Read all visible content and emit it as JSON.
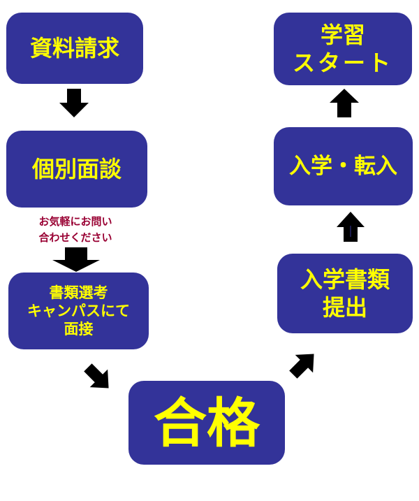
{
  "steps": {
    "request": "資料請求",
    "interview": "個別面談",
    "screening_line1": "書類選考",
    "screening_line2": "キャンパスにて",
    "screening_line3": "面接",
    "pass": "合格",
    "documents_line1": "入学書類",
    "documents_line2": "提出",
    "admission": "入学・転入",
    "start_line1": "学習",
    "start_line2": "スタート"
  },
  "note": {
    "line1": "お気軽にお問い",
    "line2": "合わせください"
  },
  "colors": {
    "box": "#333399",
    "text": "#ffff00",
    "note": "#990033",
    "arrow": "#000000"
  }
}
